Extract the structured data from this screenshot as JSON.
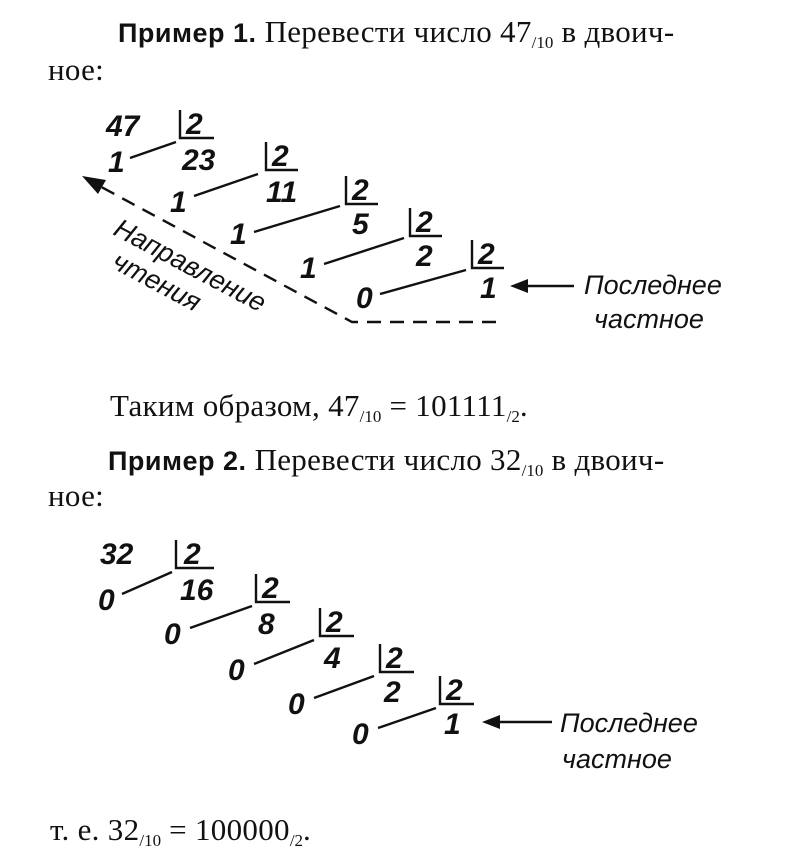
{
  "example1": {
    "label": "Пример 1.",
    "text_line1_before": "Перевести число 47",
    "text_line1_sub": "/10",
    "text_line1_after": " в двоич-",
    "text_line2": "ное:",
    "diagram": {
      "start": "47",
      "divisor": "2",
      "quotients": [
        "23",
        "11",
        "5",
        "2",
        "1"
      ],
      "remainders": [
        "1",
        "1",
        "1",
        "1",
        "0"
      ],
      "reading_label_line1": "Направление",
      "reading_label_line2": "чтения",
      "last_label_line1": "Последнее",
      "last_label_line2": "частное"
    },
    "result_before": "Таким образом, 47",
    "result_sub1": "/10",
    "result_mid": " = 101111",
    "result_sub2": "/2",
    "result_end": "."
  },
  "example2": {
    "label": "Пример 2.",
    "text_line1_before": "Перевести число 32",
    "text_line1_sub": "/10",
    "text_line1_after": " в двоич-",
    "text_line2": "ное:",
    "diagram": {
      "start": "32",
      "divisor": "2",
      "quotients": [
        "16",
        "8",
        "4",
        "2",
        "1"
      ],
      "remainders": [
        "0",
        "0",
        "0",
        "0",
        "0"
      ],
      "last_label_line1": "Последнее",
      "last_label_line2": "частное"
    },
    "result_before": "т. е. 32",
    "result_sub1": "/10",
    "result_mid": " = 100000",
    "result_sub2": "/2",
    "result_end": "."
  }
}
